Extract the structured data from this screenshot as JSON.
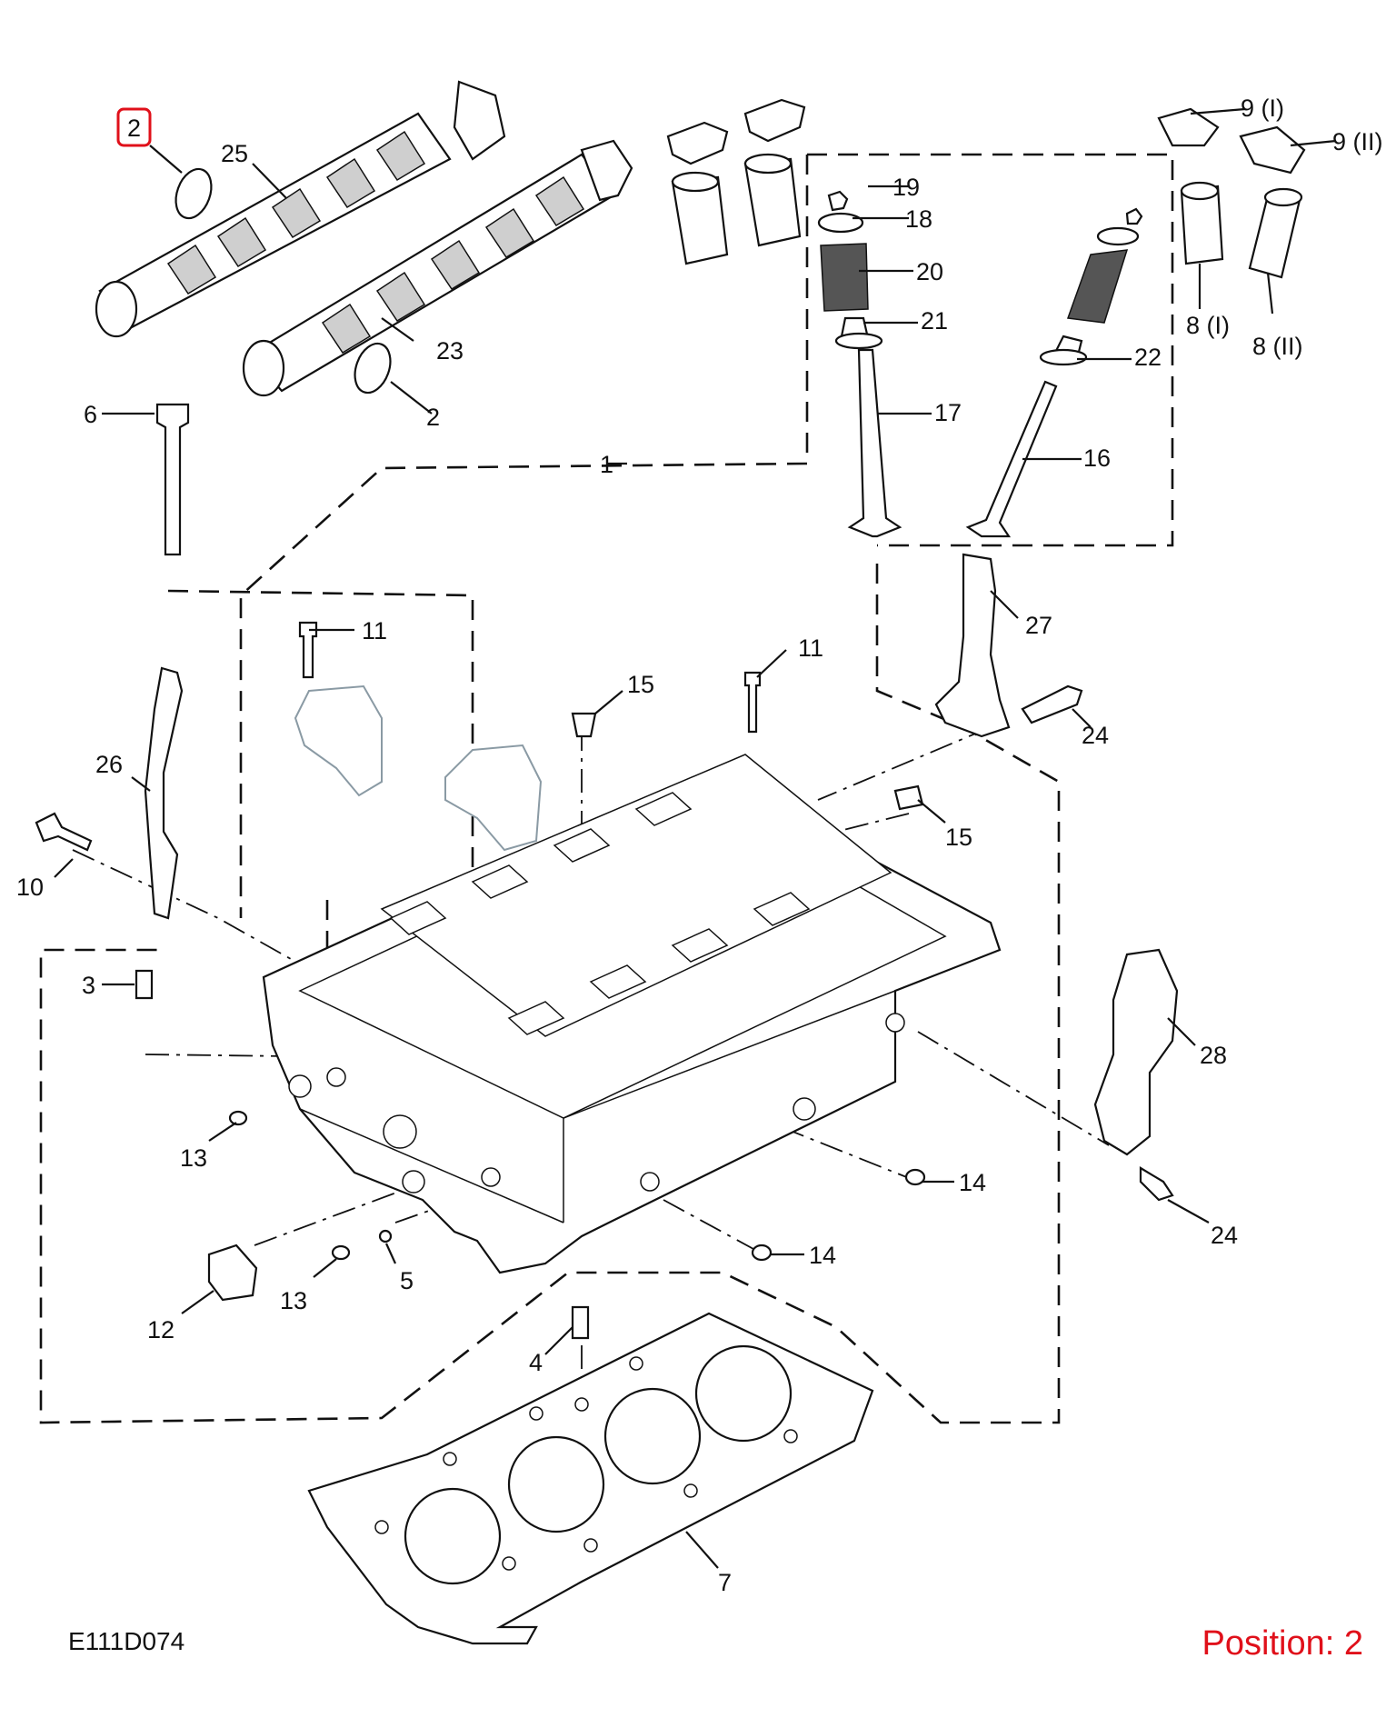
{
  "drawing": {
    "code": "E111D074",
    "position_label": "Position: 2",
    "highlight_color": "#e0101a",
    "highlighted_callout": "2"
  },
  "callouts": {
    "c1": "1",
    "c2_top": "2",
    "c2_lower": "2",
    "c3": "3",
    "c4": "4",
    "c5": "5",
    "c6": "6",
    "c7": "7",
    "c8_i": "8 (I)",
    "c8_ii": "8 (II)",
    "c9_i": "9 (I)",
    "c9_ii": "9 (II)",
    "c10": "10",
    "c11_left": "11",
    "c11_right": "11",
    "c12": "12",
    "c13_left": "13",
    "c13_right": "13",
    "c14_upper": "14",
    "c14_lower": "14",
    "c15_top": "15",
    "c15_right": "15",
    "c16": "16",
    "c17": "17",
    "c18": "18",
    "c19": "19",
    "c20": "20",
    "c21": "21",
    "c22": "22",
    "c23": "23",
    "c24_upper": "24",
    "c24_lower": "24",
    "c25": "25",
    "c26": "26",
    "c27": "27",
    "c28": "28"
  }
}
